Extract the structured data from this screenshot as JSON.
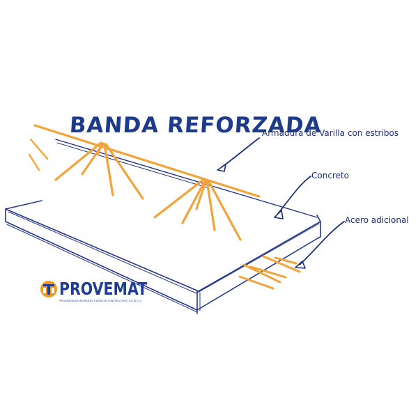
{
  "diagram": {
    "title": "BANDA REFORZADA",
    "labels": {
      "armadura": "Armadura de Varilla con estribos",
      "concreto": "Concreto",
      "acero": "Acero adicional"
    }
  },
  "logo": {
    "name": "PROVEMAT",
    "tagline": "PROVEEDORA DE MATERIALES Y SERVICIOS CONSTRUCTIVOS, S.A. DE C.V."
  },
  "colors": {
    "ink": "#1e2f7a",
    "rebar": "#f2a33a",
    "logo_blue": "#1f3c96",
    "logo_orange": "#f29a1f"
  }
}
